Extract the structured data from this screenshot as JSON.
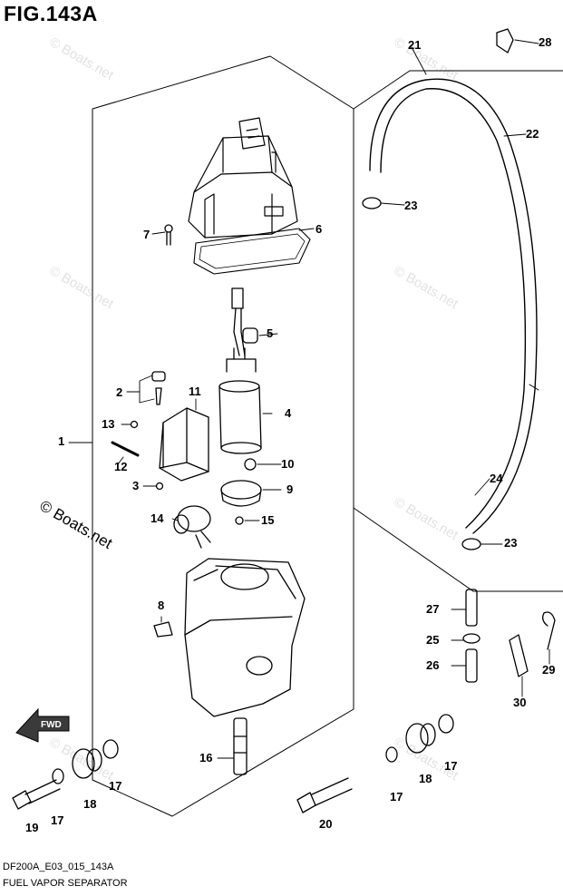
{
  "figure": {
    "title": "FIG.143A",
    "code": "DF200A_E03_015_143A",
    "name": "FUEL VAPOR SEPARATOR"
  },
  "watermark": {
    "text": "© Boats.net",
    "main_text": "© Boats.net"
  },
  "direction_badge": "FWD",
  "callouts": [
    {
      "id": "c1",
      "label": "1"
    },
    {
      "id": "c2",
      "label": "2"
    },
    {
      "id": "c3",
      "label": "3"
    },
    {
      "id": "c4",
      "label": "4"
    },
    {
      "id": "c5",
      "label": "5"
    },
    {
      "id": "c6",
      "label": "6"
    },
    {
      "id": "c7",
      "label": "7"
    },
    {
      "id": "c8",
      "label": "8"
    },
    {
      "id": "c9",
      "label": "9"
    },
    {
      "id": "c10",
      "label": "10"
    },
    {
      "id": "c11",
      "label": "11"
    },
    {
      "id": "c12",
      "label": "12"
    },
    {
      "id": "c13",
      "label": "13"
    },
    {
      "id": "c14",
      "label": "14"
    },
    {
      "id": "c15",
      "label": "15"
    },
    {
      "id": "c16",
      "label": "16"
    },
    {
      "id": "c17a",
      "label": "17"
    },
    {
      "id": "c17b",
      "label": "17"
    },
    {
      "id": "c17c",
      "label": "17"
    },
    {
      "id": "c17d",
      "label": "17"
    },
    {
      "id": "c18a",
      "label": "18"
    },
    {
      "id": "c18b",
      "label": "18"
    },
    {
      "id": "c19",
      "label": "19"
    },
    {
      "id": "c20",
      "label": "20"
    },
    {
      "id": "c21",
      "label": "21"
    },
    {
      "id": "c22",
      "label": "22"
    },
    {
      "id": "c23a",
      "label": "23"
    },
    {
      "id": "c23b",
      "label": "23"
    },
    {
      "id": "c24",
      "label": "24"
    },
    {
      "id": "c25",
      "label": "25"
    },
    {
      "id": "c26",
      "label": "26"
    },
    {
      "id": "c27",
      "label": "27"
    },
    {
      "id": "c28",
      "label": "28"
    },
    {
      "id": "c29",
      "label": "29"
    },
    {
      "id": "c30",
      "label": "30"
    }
  ]
}
